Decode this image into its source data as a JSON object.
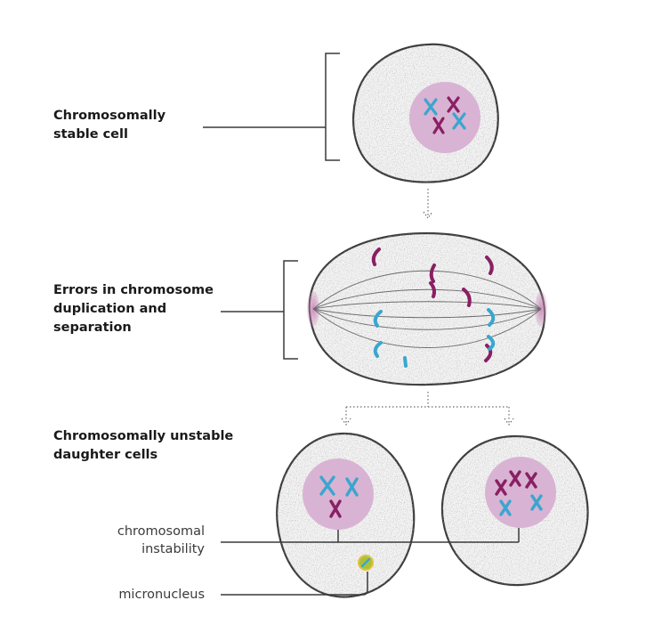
{
  "labels": {
    "stable_line1": "Chromosomally",
    "stable_line2": "stable cell",
    "errors_line1": "Errors in chromosome",
    "errors_line2": "duplication and",
    "errors_line3": "separation",
    "unstable_line1": "Chromosomally unstable",
    "unstable_line2": "daughter cells",
    "instability_line1": "chromosomal",
    "instability_line2": "instability",
    "micronucleus": "micronucleus"
  },
  "colors": {
    "cell_outline": "#3a3a3a",
    "cell_fill": "#f4f4f4",
    "nucleus": "#d9b3d3",
    "chromosome_blue": "#3aa6cf",
    "chromosome_magenta": "#8a1f64",
    "micronucleus": "#a9c23c",
    "micronucleus_ring": "#e2c23a",
    "line": "#3a3a3a"
  }
}
